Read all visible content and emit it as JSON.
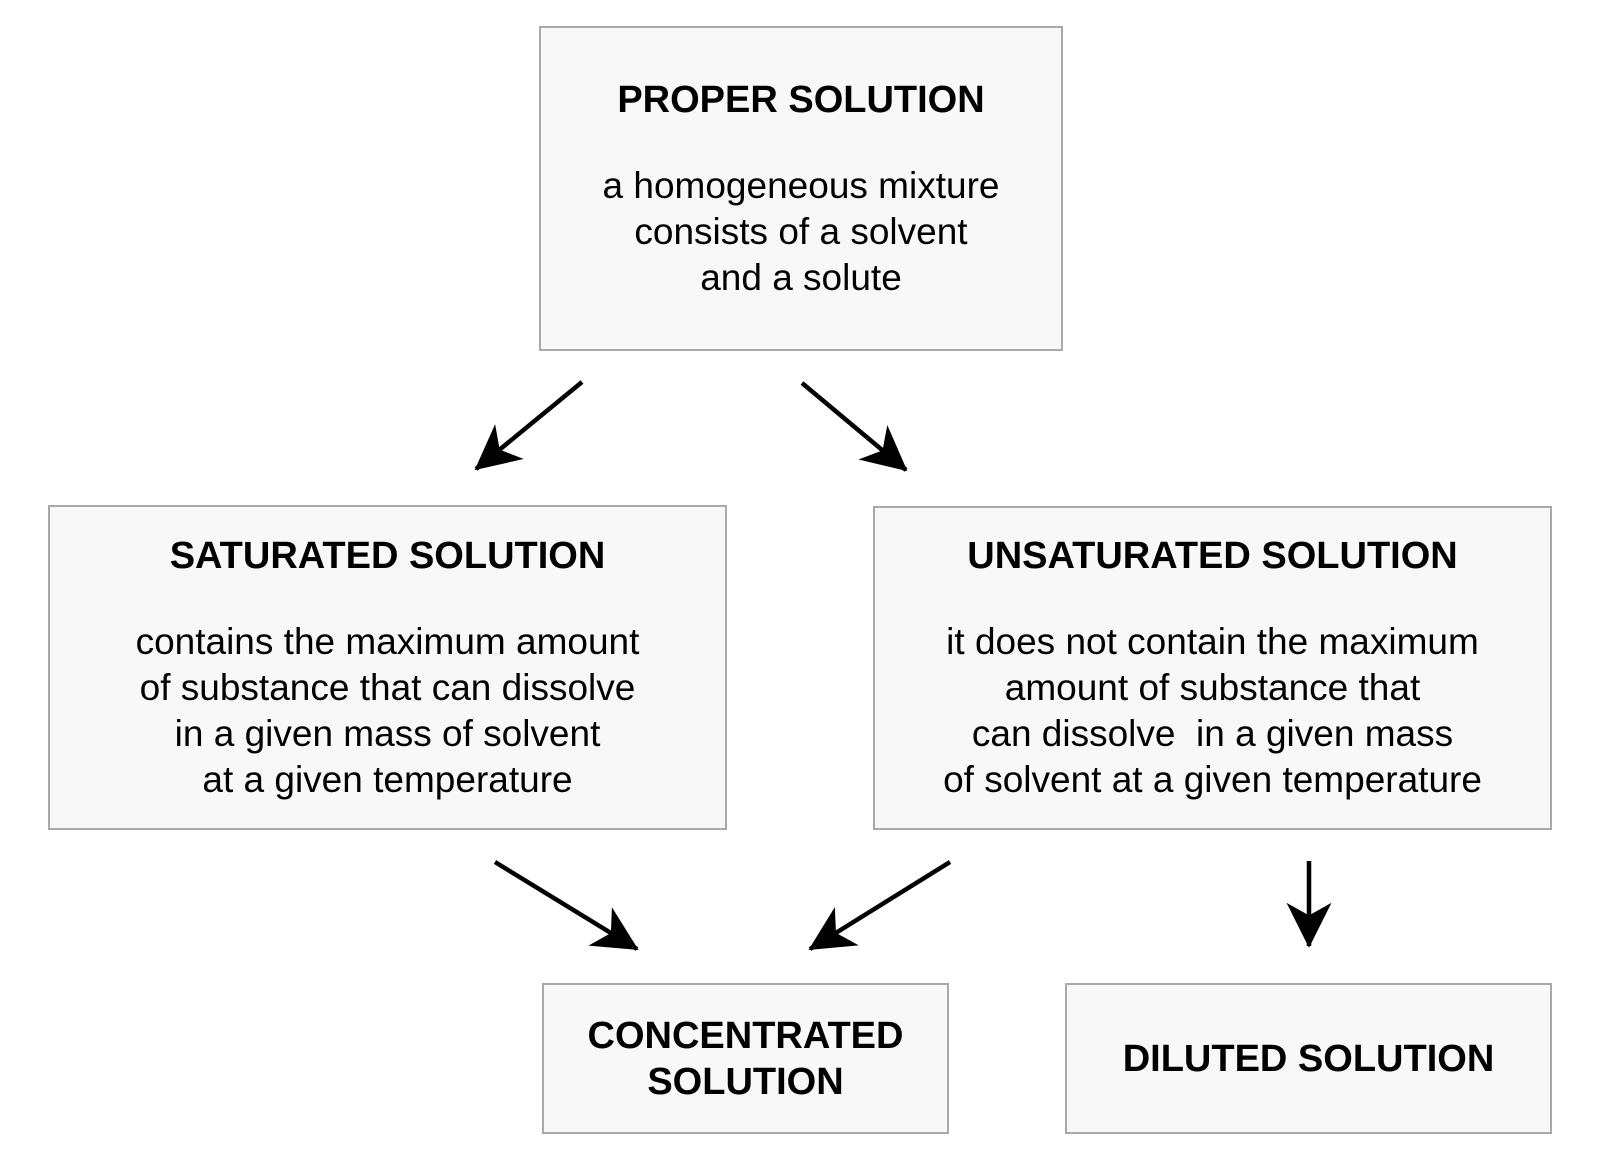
{
  "diagram": {
    "title": "Types of solutions flowchart",
    "colors": {
      "background": "#ffffff",
      "box_fill": "#f8f8f8",
      "box_border": "#a9a9a9",
      "text": "#000000",
      "arrow": "#000000"
    },
    "nodes": {
      "proper": {
        "title": "PROPER SOLUTION",
        "description": "a homogeneous mixture\nconsists of a solvent\nand a solute"
      },
      "saturated": {
        "title": "SATURATED SOLUTION",
        "description": "contains the maximum amount\nof substance that can dissolve\nin a given mass of solvent\nat a given temperature"
      },
      "unsaturated": {
        "title": "UNSATURATED SOLUTION",
        "description": "it does not contain the maximum\namount of substance that\ncan dissolve  in a given mass\nof solvent at a given temperature"
      },
      "concentrated": {
        "title": "CONCENTRATED\nSOLUTION"
      },
      "diluted": {
        "title": "DILUTED SOLUTION"
      }
    },
    "edges": [
      {
        "from": "proper-solution",
        "to": "saturated-solution"
      },
      {
        "from": "proper-solution",
        "to": "unsaturated-solution"
      },
      {
        "from": "saturated-solution",
        "to": "concentrated-solution"
      },
      {
        "from": "unsaturated-solution",
        "to": "concentrated-solution"
      },
      {
        "from": "unsaturated-solution",
        "to": "diluted-solution"
      }
    ]
  }
}
